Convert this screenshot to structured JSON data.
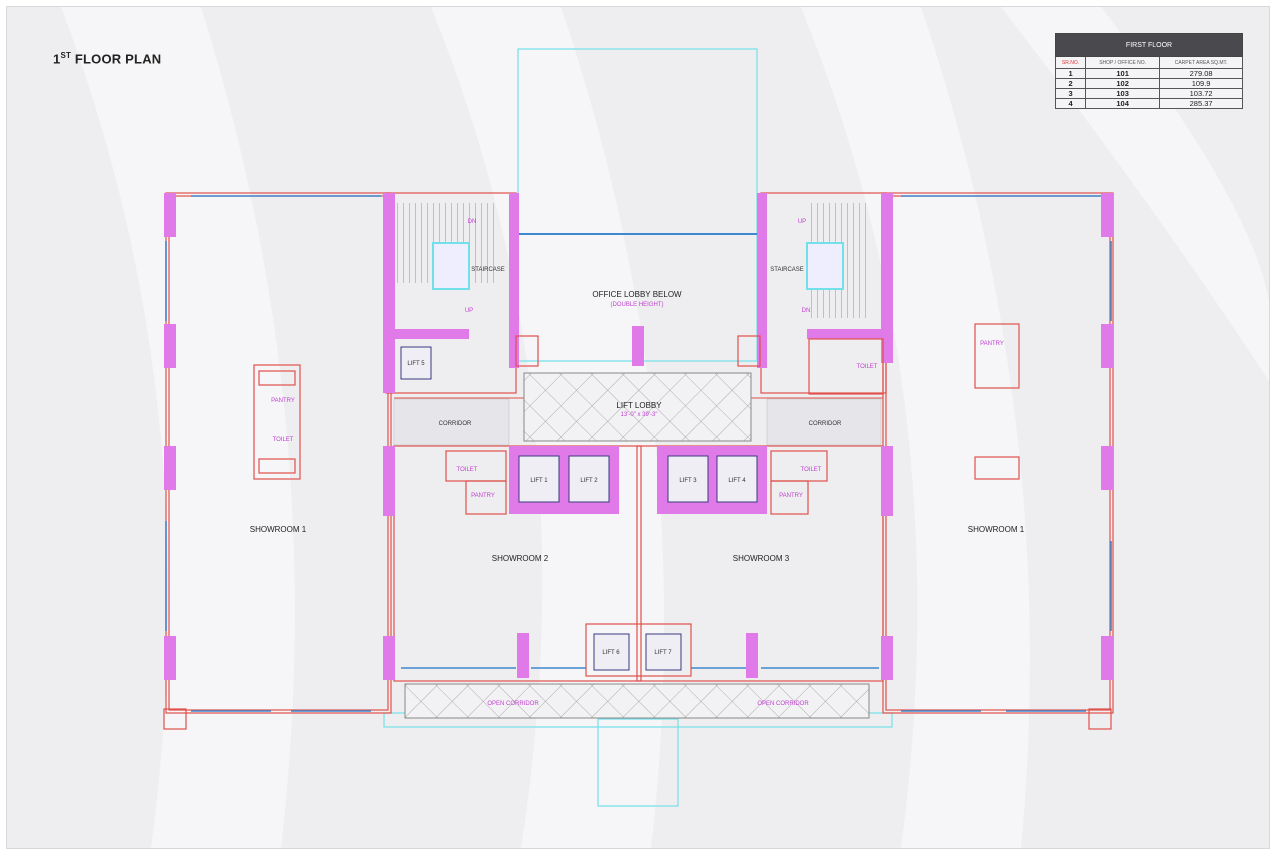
{
  "title": {
    "ordinal": "1",
    "suffix": "ST",
    "text": "FLOOR PLAN"
  },
  "area_table": {
    "heading": "FIRST FLOOR",
    "columns": [
      "SR.NO.",
      "SHOP / OFFICE NO.",
      "CARPET AREA SQ.MT."
    ],
    "rows": [
      {
        "sr": "1",
        "unit": "101",
        "area": "279.08"
      },
      {
        "sr": "2",
        "unit": "102",
        "area": "109.9"
      },
      {
        "sr": "3",
        "unit": "103",
        "area": "103.72"
      },
      {
        "sr": "4",
        "unit": "104",
        "area": "285.37"
      }
    ]
  },
  "plan": {
    "showroom_left": "SHOWROOM 1",
    "showroom_2": "SHOWROOM 2",
    "showroom_3": "SHOWROOM 3",
    "showroom_right": "SHOWROOM 1",
    "staircase_left": "STAIRCASE",
    "staircase_right": "STAIRCASE",
    "dn": "DN",
    "up": "UP",
    "office_lobby": "OFFICE LOBBY BELOW",
    "office_lobby_note": "(DOUBLE HEIGHT)",
    "lift_lobby": "LIFT LOBBY",
    "lift_lobby_size": "13'-0\" x 39'-3\"",
    "corridor": "CORRIDOR",
    "open_corridor": "OPEN CORRIDOR",
    "toilet": "TOILET",
    "pantry": "PANTRY",
    "lifts": [
      "LIFT 1",
      "LIFT 2",
      "LIFT 3",
      "LIFT 4",
      "LIFT 5",
      "LIFT 6",
      "LIFT 7"
    ]
  },
  "colors": {
    "column": "#e07ae8",
    "wall": "#e0504a",
    "window": "#3f88d0",
    "outline": "#72e0ea",
    "label_accent": "#c040d0"
  }
}
